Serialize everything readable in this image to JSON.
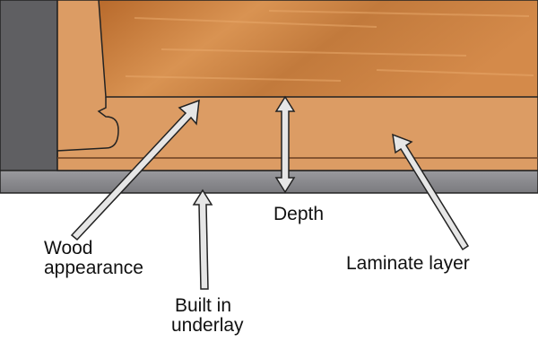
{
  "labels": {
    "wood_appearance": [
      "Wood",
      "appearance"
    ],
    "built_in_underlay": [
      "Built in",
      "underlay"
    ],
    "depth": "Depth",
    "laminate_layer": "Laminate layer"
  },
  "colors": {
    "wall": "#5f5f62",
    "plank_edge": "#dc9c64",
    "wood_light": "#d48a4a",
    "wood_dark": "#a85d24",
    "floor": "#8c8c90",
    "arrow_fill": "#e6e6e6",
    "outline": "#222222"
  }
}
